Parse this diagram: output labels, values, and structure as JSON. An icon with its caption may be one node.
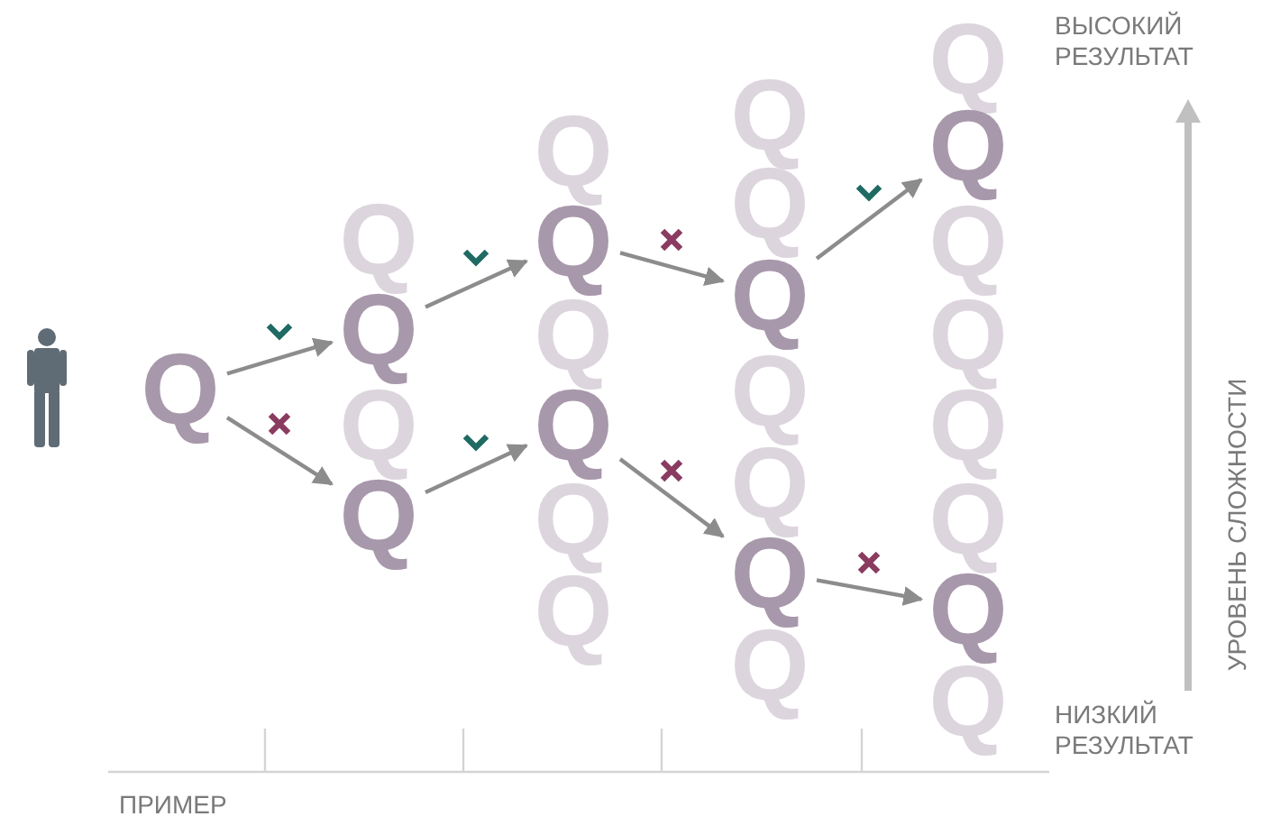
{
  "diagram": {
    "nodes": [
      {
        "text": [
          "Q"
        ]
      },
      {
        "text": [
          "Q"
        ]
      },
      {
        "text": [
          "Q"
        ]
      },
      {
        "text": [
          "Q"
        ]
      },
      {
        "text": [
          "Q"
        ]
      },
      {
        "text": [
          "Q"
        ]
      },
      {
        "text": [
          "Q"
        ]
      },
      {
        "text": [
          "Q"
        ]
      },
      {
        "text": [
          "Q"
        ]
      },
      {
        "text": [
          "Q"
        ]
      },
      {
        "text": [
          "Q"
        ]
      },
      {
        "text": [
          "Q"
        ]
      },
      {
        "text": [
          "Q"
        ]
      },
      {
        "text": [
          "Q"
        ]
      },
      {
        "text": [
          "Q"
        ]
      },
      {
        "text": [
          "Q"
        ]
      },
      {
        "text": [
          "Q"
        ]
      },
      {
        "text": [
          "Q"
        ]
      },
      {
        "text": [
          "Q"
        ]
      },
      {
        "text": [
          "Q"
        ]
      },
      {
        "text": [
          "Q"
        ]
      },
      {
        "text": [
          "Q"
        ]
      },
      {
        "text": [
          "Q"
        ]
      },
      {
        "text": [
          "Q"
        ]
      },
      {
        "text": [
          "Q"
        ]
      },
      {
        "text": [
          "Q"
        ]
      }
    ],
    "edges": [
      {
        "from": 0,
        "to": 2,
        "arrow": "to"
      },
      {
        "from": 0,
        "to": 4,
        "arrow": "to"
      },
      {
        "from": 2,
        "to": 6,
        "arrow": "to"
      },
      {
        "from": 4,
        "to": 8,
        "arrow": "to"
      },
      {
        "from": 6,
        "to": 13,
        "arrow": "to"
      },
      {
        "from": 8,
        "to": 16,
        "arrow": "to"
      },
      {
        "from": 13,
        "to": 19,
        "arrow": "to"
      },
      {
        "from": 16,
        "to": 24,
        "arrow": "to"
      }
    ],
    "labels": [
      "ВЫСОКИЙ РЕЗУЛЬТАТ",
      "УРОВЕНЬ СЛОЖНОСТИ",
      "НИЗКИЙ РЕЗУЛЬТАТ",
      "ПРИМЕР"
    ]
  }
}
